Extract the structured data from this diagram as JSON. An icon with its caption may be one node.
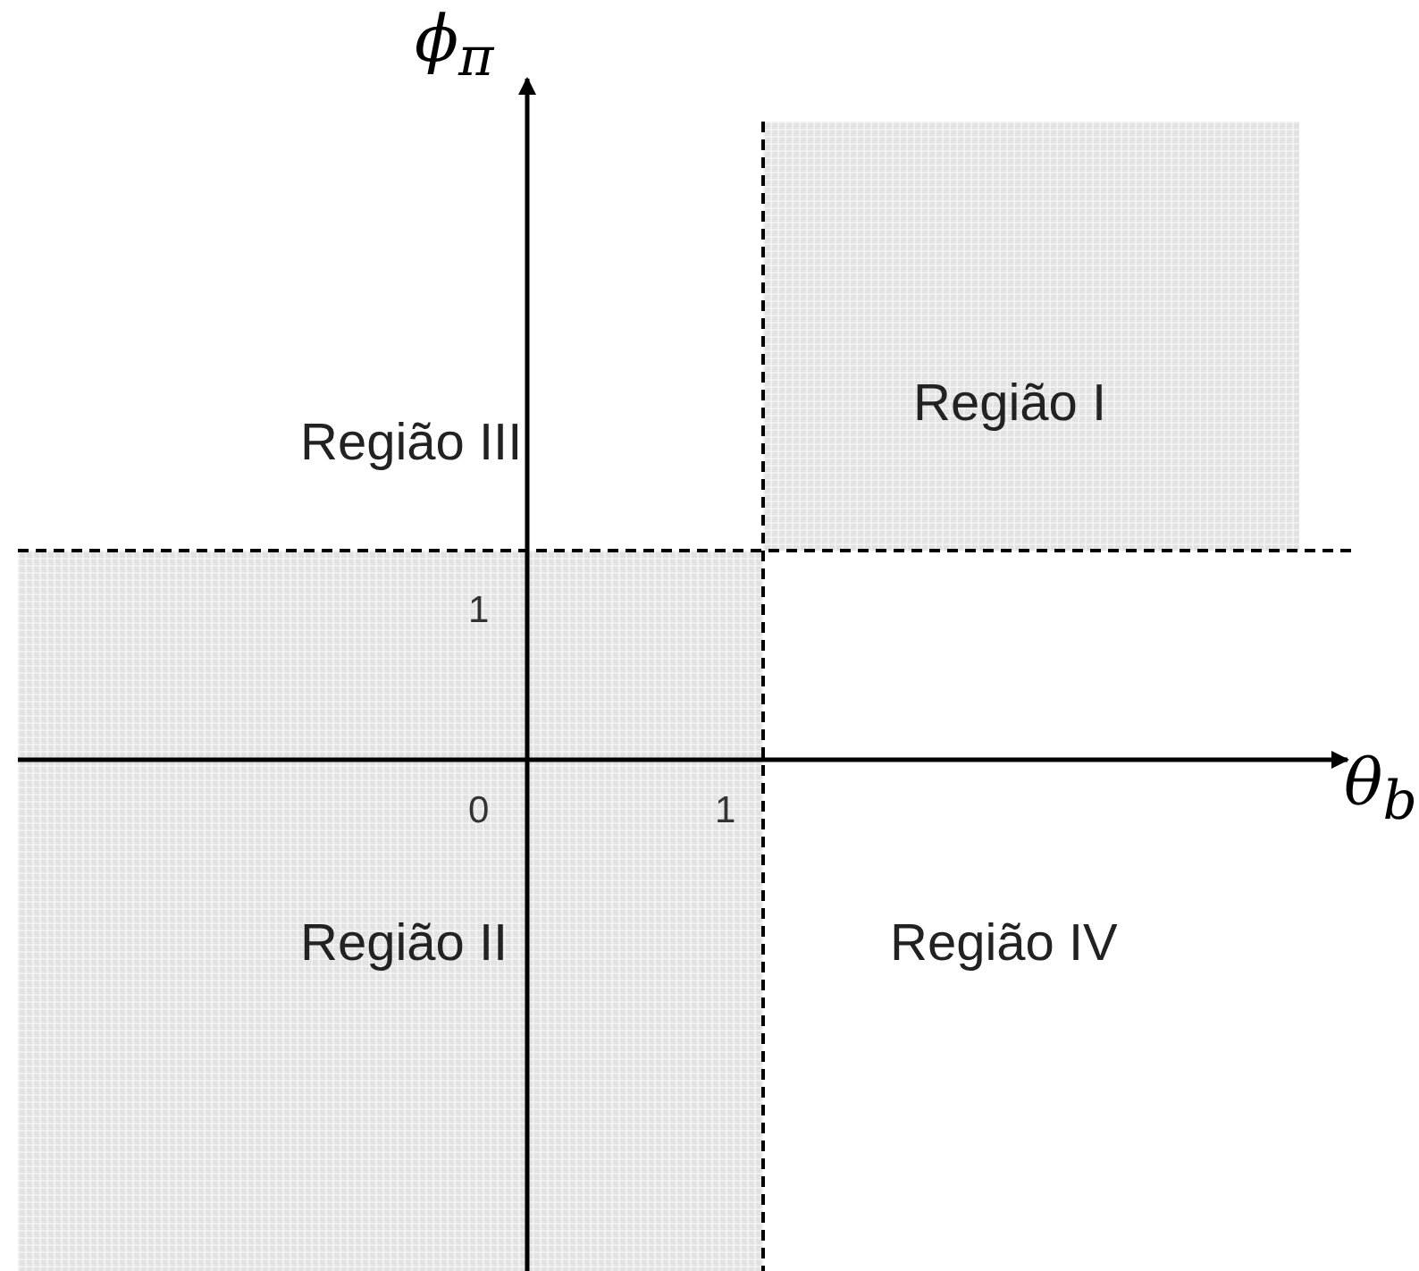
{
  "diagram": {
    "nodes": [
      {
        "text": [
          "Região I"
        ]
      },
      {
        "text": [
          "Região II"
        ]
      }
    ],
    "labels": [
      "ϕ$_{π}$",
      "Região III",
      "1",
      "θ$_{b}$",
      "0",
      "1",
      "Região IV"
    ]
  }
}
